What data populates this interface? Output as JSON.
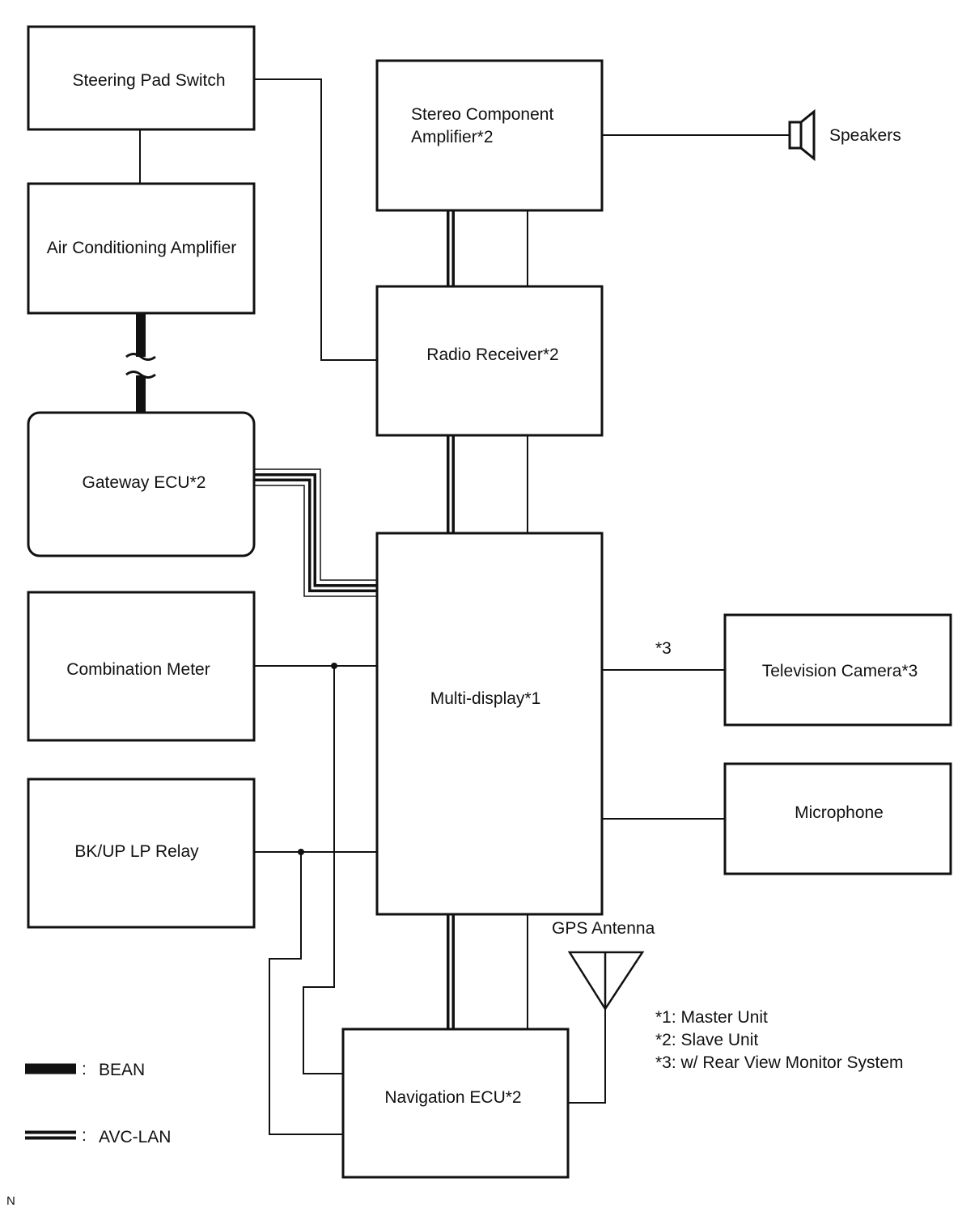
{
  "blocks": {
    "steering_pad_switch": "Steering Pad Switch",
    "air_conditioning_amplifier": "Air Conditioning Amplifier",
    "gateway_ecu": "Gateway ECU*2",
    "combination_meter": "Combination Meter",
    "bkup_lp_relay": "BK/UP LP Relay",
    "stereo_amp_line1": "Stereo Component",
    "stereo_amp_line2": "Amplifier*2",
    "radio_receiver": "Radio Receiver*2",
    "multi_display": "Multi-display*1",
    "television_camera": "Television Camera*3",
    "microphone": "Microphone",
    "navigation_ecu": "Navigation ECU*2"
  },
  "peripherals": {
    "speakers": "Speakers",
    "speaker_icon": "speaker-icon",
    "gps_antenna": "GPS Antenna",
    "antenna_icon": "antenna-icon"
  },
  "connections": {
    "camera_note": "*3"
  },
  "notes": [
    "*1: Master Unit",
    "*2: Slave Unit",
    "*3: w/ Rear View Monitor System"
  ],
  "legend": [
    {
      "style": "bean",
      "separator": ":",
      "label": "BEAN"
    },
    {
      "style": "avc-lan",
      "separator": ":",
      "label": "AVC-LAN"
    }
  ],
  "footer_code": "N"
}
